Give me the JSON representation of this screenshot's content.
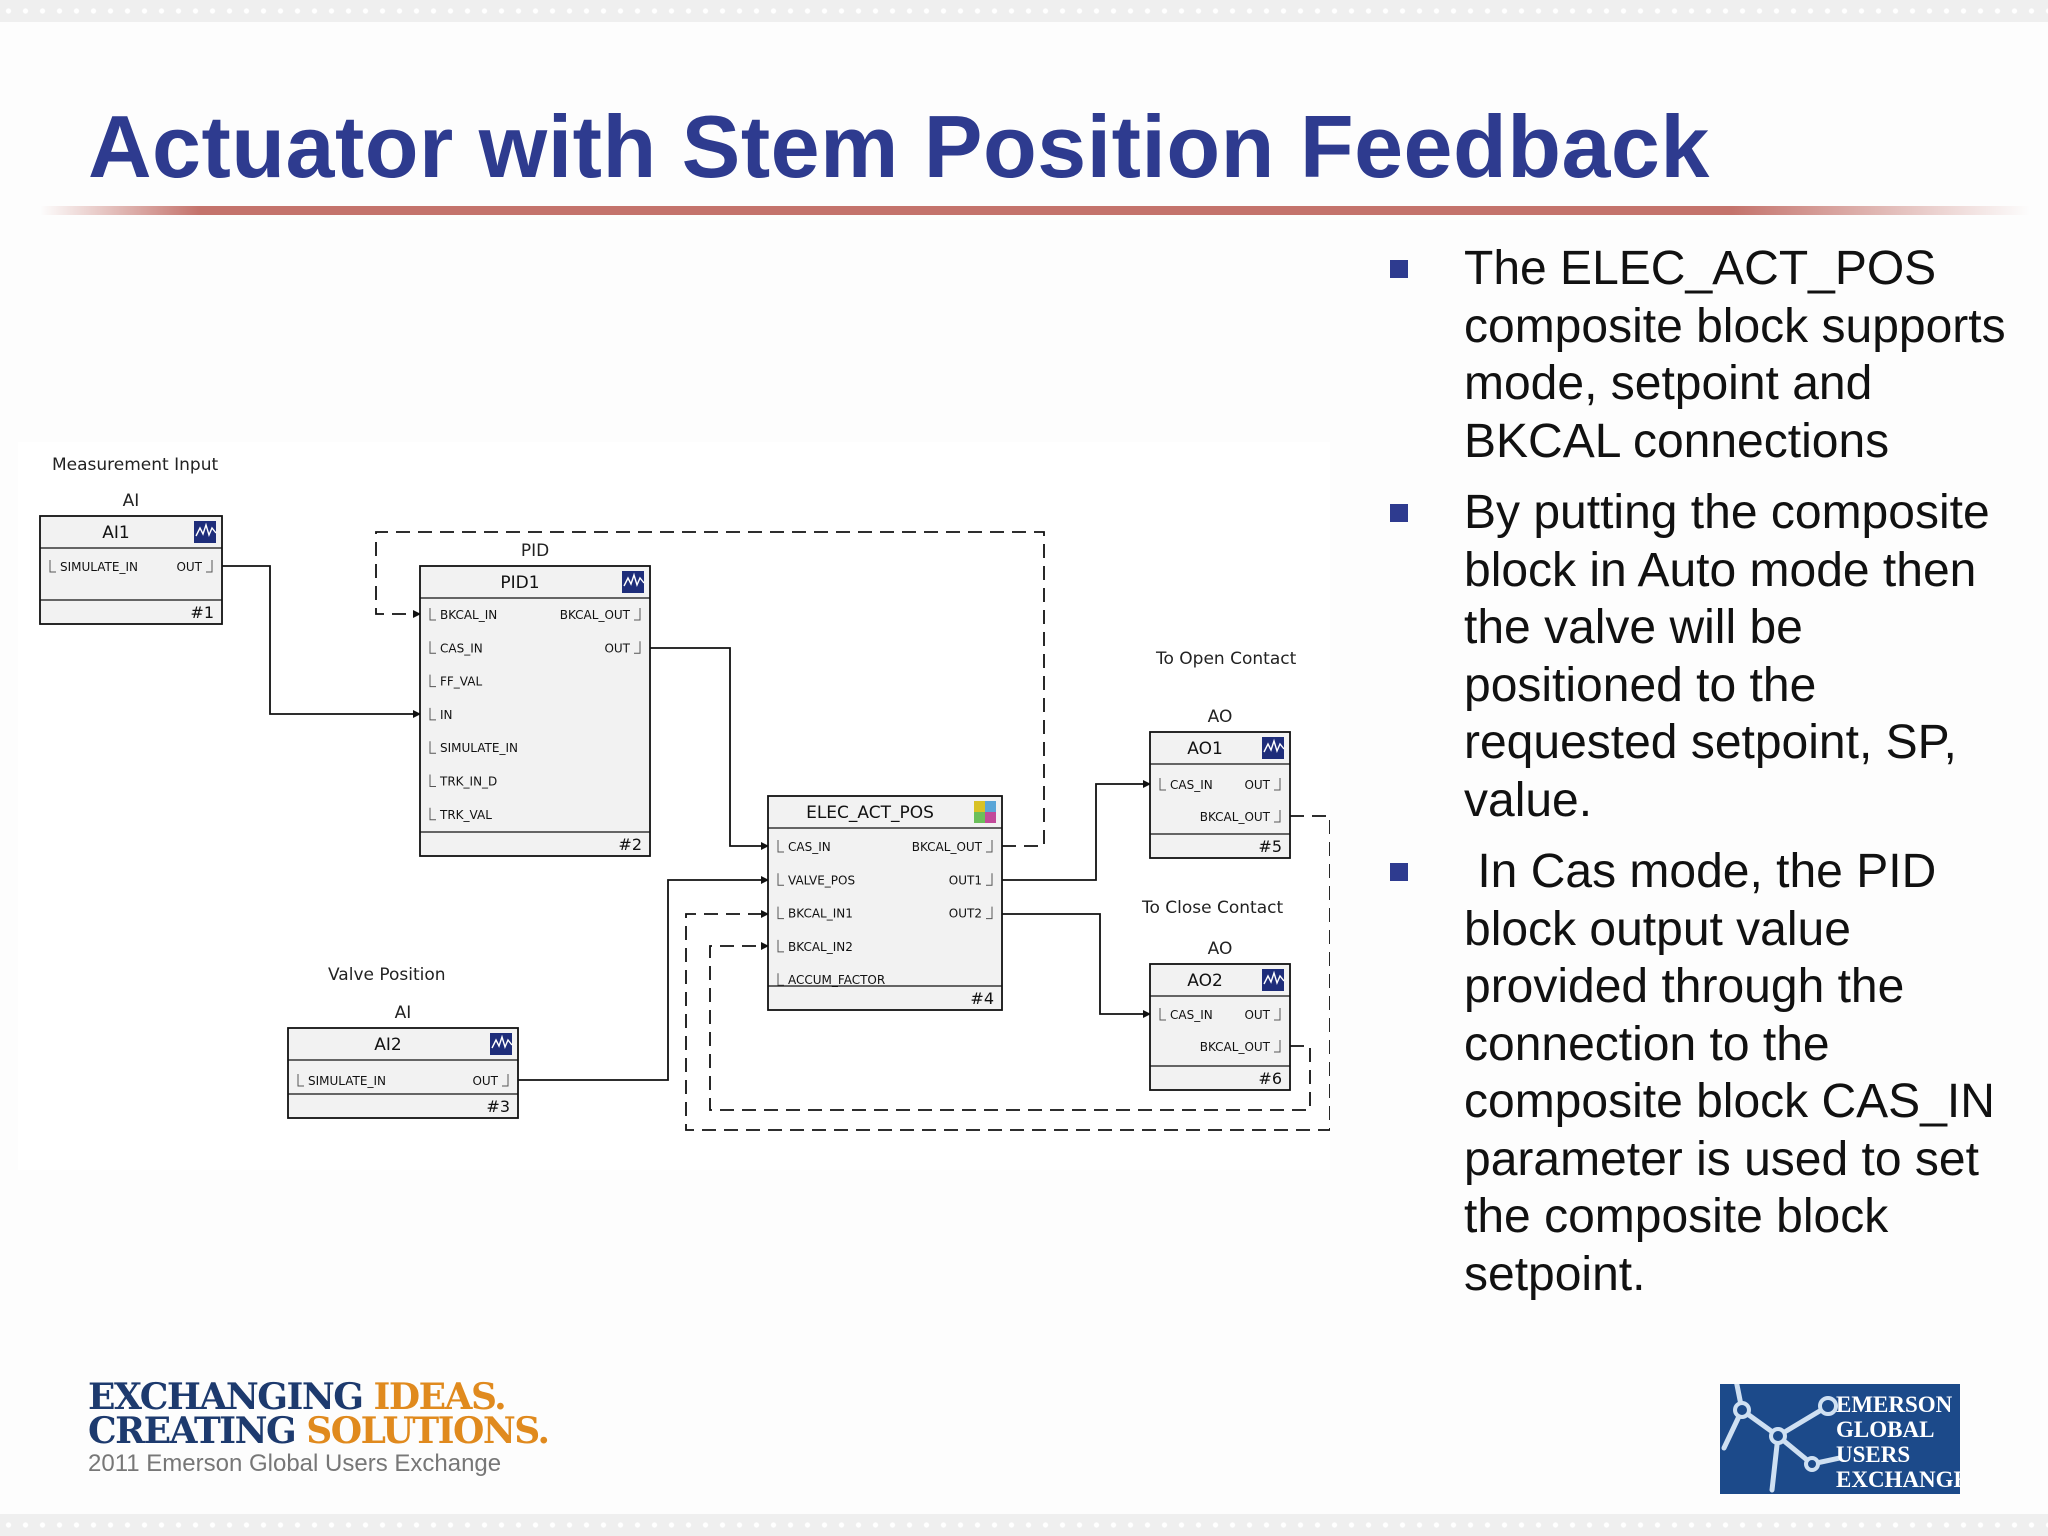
{
  "slide": {
    "title": "Actuator with Stem Position Feedback"
  },
  "diagram": {
    "labels": {
      "measurement_input": "Measurement Input",
      "valve_position": "Valve Position",
      "to_open_contact": "To Open Contact",
      "to_close_contact": "To Close Contact"
    },
    "blocks": [
      {
        "id": "ai1",
        "type": "AI",
        "name": "AI1",
        "number": "#1",
        "inputs": [
          "SIMULATE_IN"
        ],
        "outputs": [
          "OUT"
        ],
        "icon": "ai-waveform-icon"
      },
      {
        "id": "pid1",
        "type": "PID",
        "name": "PID1",
        "number": "#2",
        "inputs": [
          "BKCAL_IN",
          "CAS_IN",
          "FF_VAL",
          "IN",
          "SIMULATE_IN",
          "TRK_IN_D",
          "TRK_VAL"
        ],
        "outputs": [
          "BKCAL_OUT",
          "OUT"
        ],
        "icon": "pid-icon"
      },
      {
        "id": "ai2",
        "type": "AI",
        "name": "AI2",
        "number": "#3",
        "inputs": [
          "SIMULATE_IN"
        ],
        "outputs": [
          "OUT"
        ],
        "icon": "ai-waveform-icon"
      },
      {
        "id": "elec",
        "type": "",
        "name": "ELEC_ACT_POS",
        "number": "#4",
        "inputs": [
          "CAS_IN",
          "VALVE_POS",
          "BKCAL_IN1",
          "BKCAL_IN2",
          "ACCUM_FACTOR"
        ],
        "outputs": [
          "BKCAL_OUT",
          "OUT1",
          "OUT2"
        ],
        "icon": "composite-block-icon"
      },
      {
        "id": "ao1",
        "type": "AO",
        "name": "AO1",
        "number": "#5",
        "inputs": [
          "CAS_IN"
        ],
        "outputs": [
          "OUT",
          "BKCAL_OUT"
        ],
        "icon": "ao-waveform-icon"
      },
      {
        "id": "ao2",
        "type": "AO",
        "name": "AO2",
        "number": "#6",
        "inputs": [
          "CAS_IN"
        ],
        "outputs": [
          "OUT",
          "BKCAL_OUT"
        ],
        "icon": "ao-waveform-icon"
      }
    ]
  },
  "bullets": [
    "The ELEC_ACT_POS composite block supports mode, setpoint and BKCAL connections",
    "By putting the composite block in Auto mode then the valve will be positioned to the requested setpoint, SP, value.",
    " In Cas mode, the PID block output value provided through the connection to the composite block CAS_IN parameter is used to set the composite block setpoint."
  ],
  "footer": {
    "line1_a": "EXCHANGING ",
    "line1_b": "IDEAS.",
    "line2_a": "CREATING ",
    "line2_b": "SOLUTIONS.",
    "sub": "2011 Emerson Global Users Exchange",
    "logo_lines": [
      "EMERSON",
      "GLOBAL",
      "USERS",
      "EXCHANGE"
    ]
  },
  "colors": {
    "title": "#2e3b8f",
    "bullet_marker": "#2e3b8f",
    "rule": "#c4736c",
    "footer_text": "#1d3a6e",
    "footer_highlight": "#e08a1e",
    "logo_bg": "#1c4a8a"
  }
}
